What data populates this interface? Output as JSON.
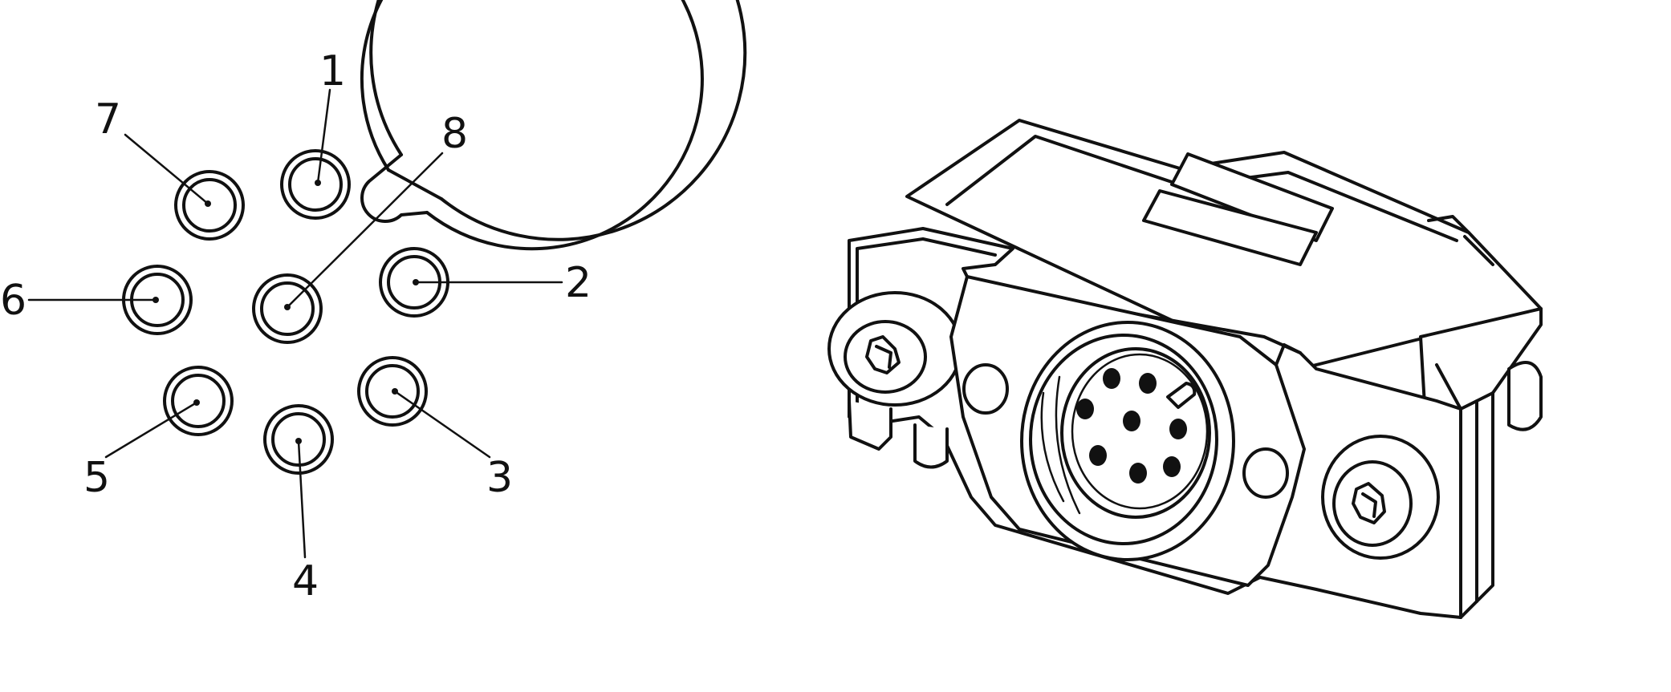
{
  "diagram": {
    "pin_labels": [
      "1",
      "2",
      "3",
      "4",
      "5",
      "6",
      "7",
      "8"
    ],
    "line_color": "#111111",
    "background": "#ffffff"
  }
}
